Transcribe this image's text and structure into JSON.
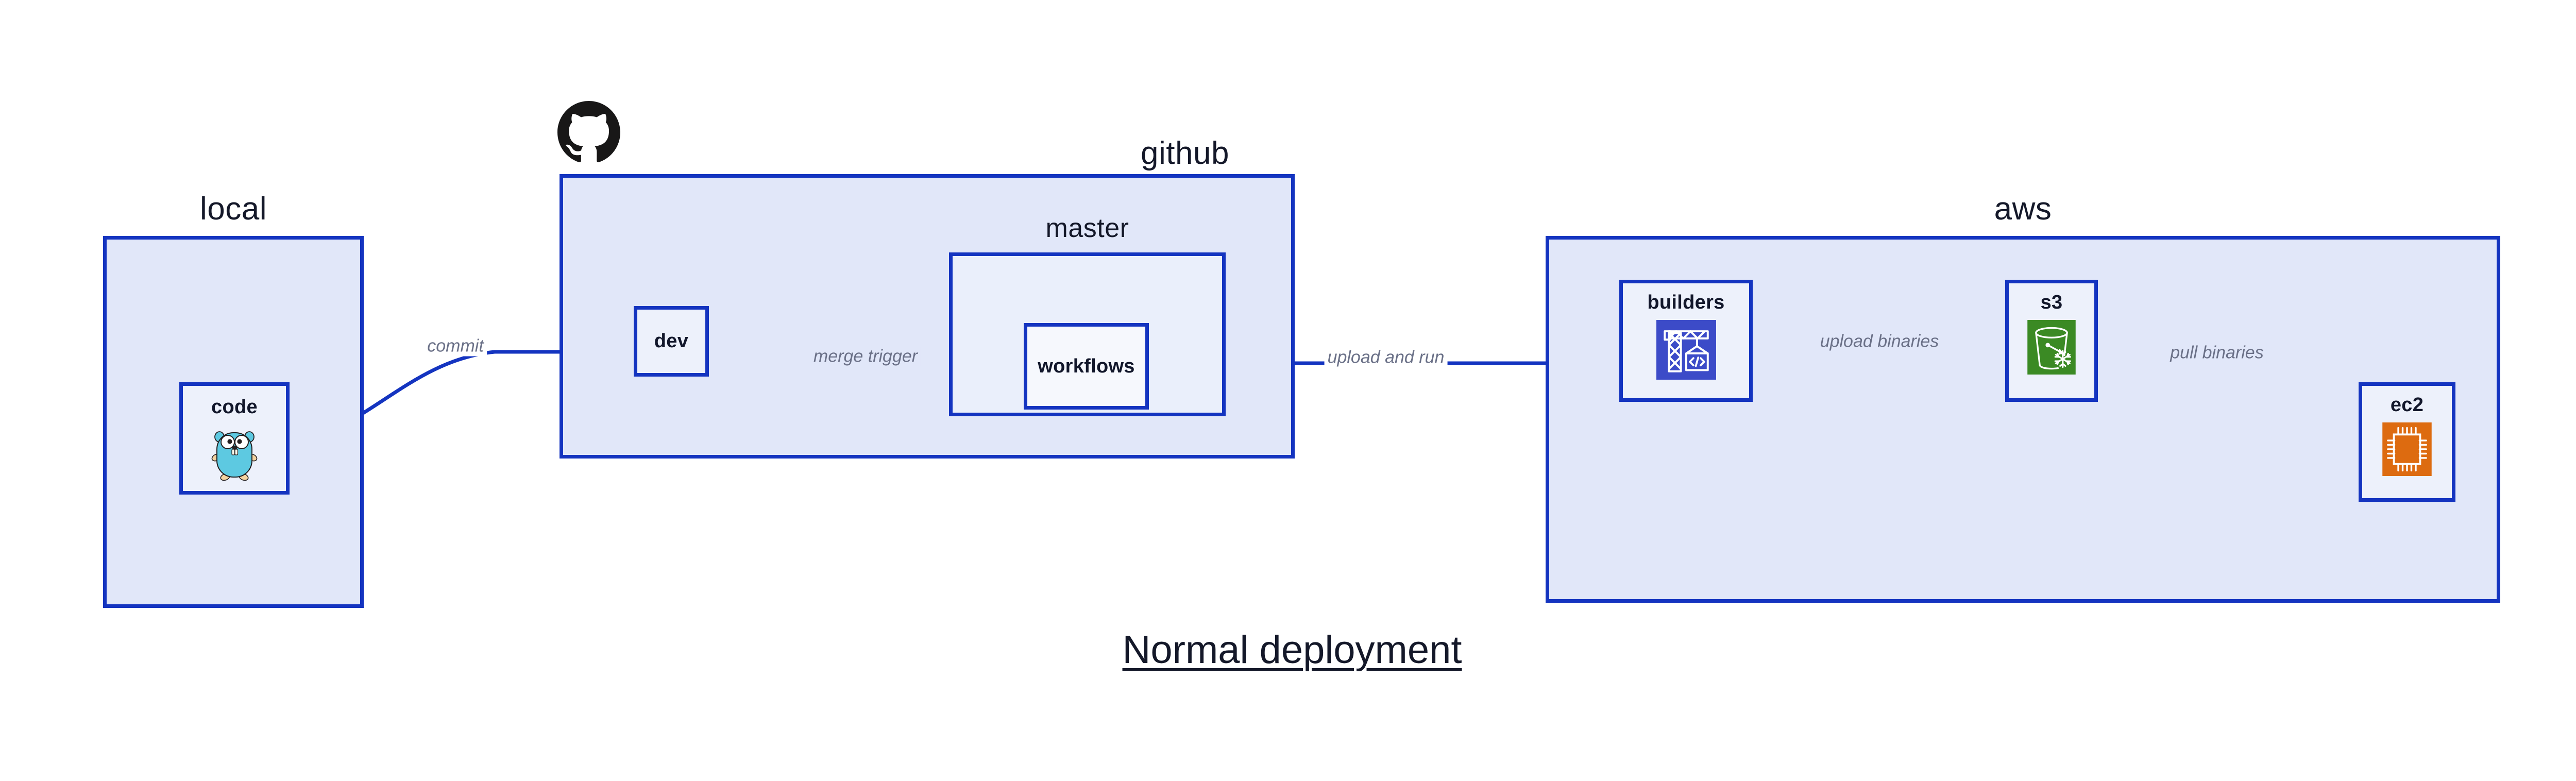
{
  "title": {
    "text": "Normal deployment"
  },
  "colors": {
    "group_border": "#1434C0",
    "group_fill": "#E1E7F9",
    "node_border": "#1434C0",
    "node_fill": "#EDF1FB",
    "arrow": "#1434C0",
    "edge_label_text": "#6A7087",
    "node_label_text": "#12172B",
    "group_label_text": "#141829",
    "codebuild_blue": "#3C4BC8",
    "s3_green": "#3B8A24",
    "ec2_orange": "#DD6B10",
    "gopher_cyan": "#5DC9E1",
    "github_black": "#181717",
    "canvas_bg": "#FFFFFF"
  },
  "groups": [
    {
      "id": "local",
      "label": "local"
    },
    {
      "id": "github",
      "label": "github"
    },
    {
      "id": "master",
      "label": "master"
    },
    {
      "id": "aws",
      "label": "aws"
    }
  ],
  "nodes": [
    {
      "id": "code",
      "label": "code",
      "icon": "go-gopher-icon",
      "group": "local"
    },
    {
      "id": "dev",
      "label": "dev",
      "icon": null,
      "group": "github"
    },
    {
      "id": "workflows",
      "label": "workflows",
      "icon": null,
      "group": "master"
    },
    {
      "id": "builders",
      "label": "builders",
      "icon": "aws-codebuild-icon",
      "group": "aws"
    },
    {
      "id": "s3",
      "label": "s3",
      "icon": "aws-s3-glacier-icon",
      "group": "aws"
    },
    {
      "id": "ec2",
      "label": "ec2",
      "icon": "aws-ec2-icon",
      "group": "aws"
    }
  ],
  "edges": [
    {
      "id": "commit",
      "label": "commit",
      "from": "code",
      "to": "dev"
    },
    {
      "id": "merge-trigger",
      "label": "merge trigger",
      "from": "dev",
      "to": "workflows"
    },
    {
      "id": "upload-run",
      "label": "upload and run",
      "from": "workflows",
      "to": "builders"
    },
    {
      "id": "upload-bin",
      "label": "upload binaries",
      "from": "builders",
      "to": "s3"
    },
    {
      "id": "pull-bin",
      "label": "pull binaries",
      "from": "s3",
      "to": "ec2"
    }
  ],
  "logos": [
    {
      "id": "github-logo",
      "name": "github-octocat-logo"
    }
  ]
}
